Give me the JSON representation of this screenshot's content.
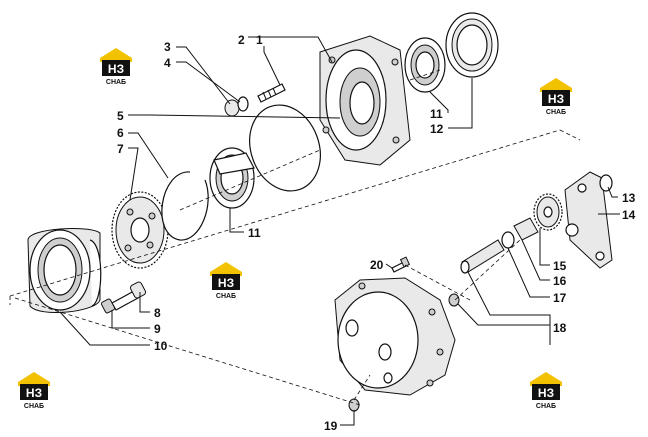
{
  "callouts": [
    {
      "id": "c1",
      "text": "1"
    },
    {
      "id": "c2",
      "text": "2"
    },
    {
      "id": "c3",
      "text": "3"
    },
    {
      "id": "c4",
      "text": "4"
    },
    {
      "id": "c5",
      "text": "5"
    },
    {
      "id": "c6",
      "text": "6"
    },
    {
      "id": "c7",
      "text": "7"
    },
    {
      "id": "c8",
      "text": "8"
    },
    {
      "id": "c9",
      "text": "9"
    },
    {
      "id": "c10",
      "text": "10"
    },
    {
      "id": "c11a",
      "text": "11"
    },
    {
      "id": "c11b",
      "text": "11"
    },
    {
      "id": "c12",
      "text": "12"
    },
    {
      "id": "c13",
      "text": "13"
    },
    {
      "id": "c14",
      "text": "14"
    },
    {
      "id": "c15",
      "text": "15"
    },
    {
      "id": "c16",
      "text": "16"
    },
    {
      "id": "c17",
      "text": "17"
    },
    {
      "id": "c18",
      "text": "18"
    },
    {
      "id": "c19",
      "text": "19"
    },
    {
      "id": "c20",
      "text": "20"
    }
  ],
  "watermark": {
    "letters": "НЗ",
    "sub": "СНАБ",
    "color": "#f2c200",
    "dark": "#111111"
  }
}
